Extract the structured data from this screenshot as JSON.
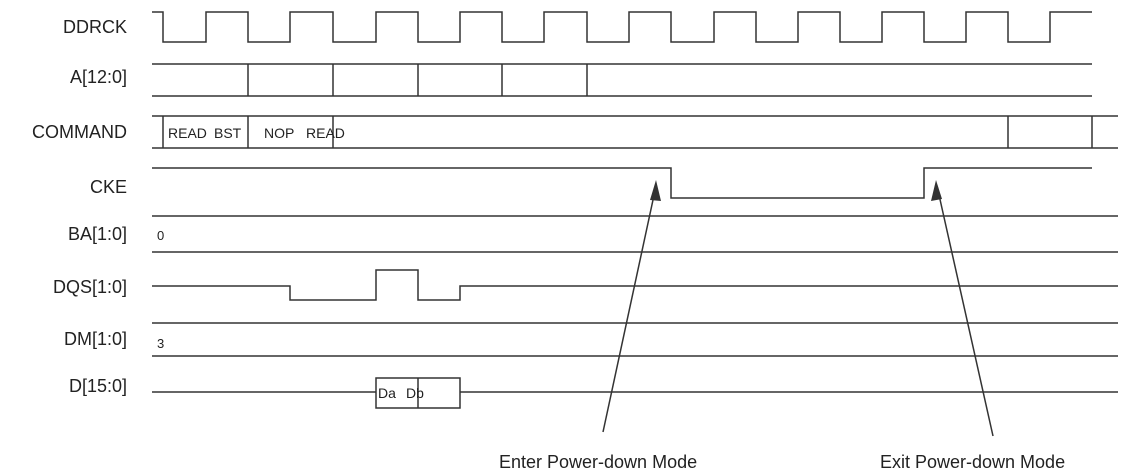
{
  "signals": [
    {
      "label": "DDRCK"
    },
    {
      "label": "A[12:0]"
    },
    {
      "label": "COMMAND"
    },
    {
      "label": "CKE"
    },
    {
      "label": "BA[1:0]",
      "value": "0"
    },
    {
      "label": "DQS[1:0]"
    },
    {
      "label": "DM[1:0]",
      "value": "3"
    },
    {
      "label": "D[15:0]"
    }
  ],
  "command_labels": [
    "READ",
    "BST",
    "NOP",
    "READ"
  ],
  "data_labels": [
    "Da",
    "Db"
  ],
  "annotations": {
    "enter": "Enter Power-down Mode",
    "exit": "Exit Power-down Mode"
  },
  "colors": {
    "line": "#333333",
    "text": "#222222"
  }
}
